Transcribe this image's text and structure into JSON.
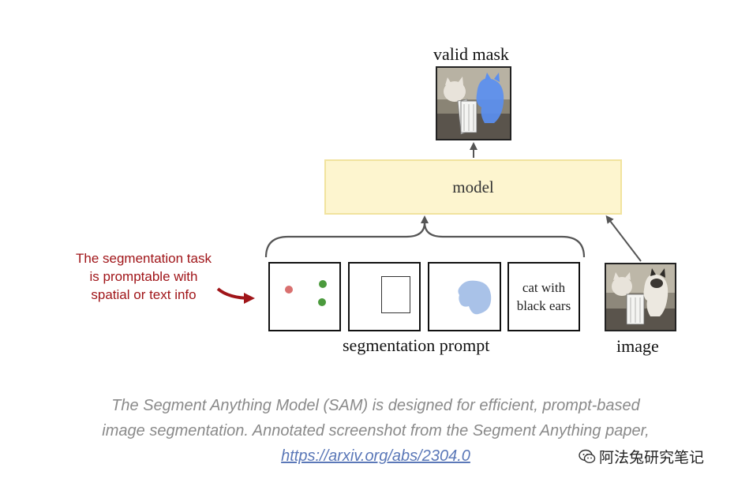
{
  "diagram": {
    "output_label": "valid mask",
    "model_label": "model",
    "prompt_group_label": "segmentation prompt",
    "image_label": "image",
    "text_prompt": "cat with\nblack ears",
    "annotation": "The segmentation task\nis promptable with\nspatial or text info"
  },
  "caption": {
    "text_before_link": "The Segment Anything Model (SAM) is designed for efficient, prompt-based image segmentation. Annotated screenshot from the Segment Anything paper, ",
    "link_text": "https://arxiv.org/abs/2304.0"
  },
  "watermark": {
    "text": "阿法兔研究笔记"
  },
  "colors": {
    "model_fill": "#fdf5cf",
    "model_border": "#f1e39e",
    "annotation_red": "#a01519",
    "point_red": "#d9706f",
    "point_green": "#4b9a3d",
    "mask_blue": "#a9c2e8",
    "caption_gray": "#8a8a8a",
    "link_blue": "#5b78b8"
  },
  "icons": {
    "watermark": "wechat-icon"
  }
}
